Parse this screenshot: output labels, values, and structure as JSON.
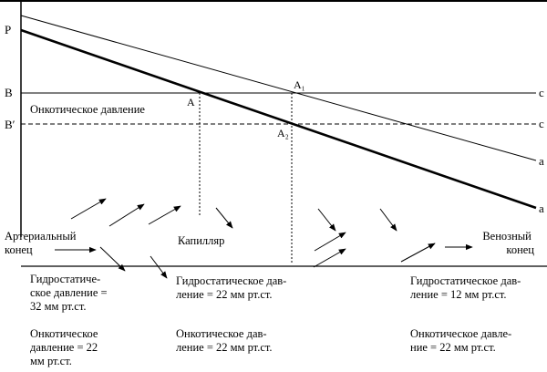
{
  "axis_labels": {
    "p": "P",
    "b": "B",
    "b_prime": "Bʹ"
  },
  "line_end_labels": {
    "c_upper": "c",
    "c_lower": "c",
    "a_upper": "a",
    "a_lower": "a"
  },
  "point_labels": {
    "a": "A",
    "a1": "A₁",
    "a2": "A₂"
  },
  "oncotic_label": "Онкотическое давление",
  "arterial_end": [
    "Артериальный",
    "конец"
  ],
  "capillary": "Капилляр",
  "venous_end": [
    "Венозный",
    "конец"
  ],
  "columns": [
    {
      "hydro": [
        "Гидростатиче-",
        "ское давление =",
        "32 мм рт.ст."
      ],
      "onco": [
        "Онкотическое",
        "давление = 22",
        "мм рт.ст."
      ]
    },
    {
      "hydro": [
        "Гидростатическое дав-",
        "ление = 22 мм рт.ст."
      ],
      "onco": [
        "Онкотическое дав-",
        "ление = 22 мм рт.ст."
      ]
    },
    {
      "hydro": [
        "Гидростатическое дав-",
        "ление = 12 мм рт.ст."
      ],
      "onco": [
        "Онкотическое давле-",
        "ние = 22 мм рт.ст."
      ]
    }
  ],
  "colors": {
    "ink": "#000000",
    "background": "#ffffff"
  }
}
